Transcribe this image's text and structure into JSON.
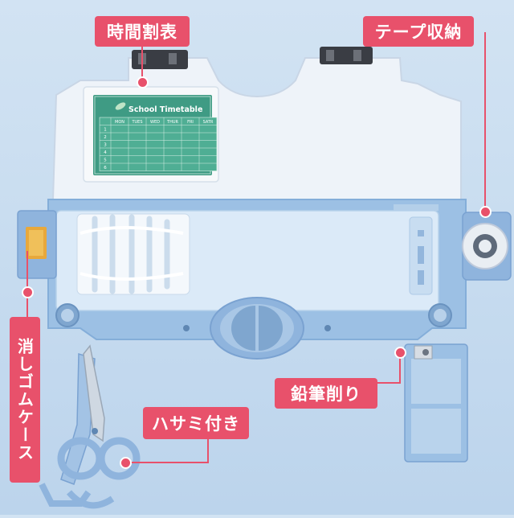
{
  "labels": {
    "timetable": "時間割表",
    "tape_storage": "テープ収納",
    "eraser_case": "消しゴムケース",
    "sharpener": "鉛筆削り",
    "scissors": "ハサミ付き"
  },
  "timetable_card": {
    "title": "School Timetable",
    "days": [
      "MON",
      "TUES",
      "WED",
      "THUR",
      "FRI",
      "SATR"
    ],
    "periods": [
      "1",
      "2",
      "3",
      "4",
      "5",
      "6"
    ]
  },
  "colors": {
    "accent": "#e8516b",
    "case_body": "#9cc0e4",
    "case_tray": "#dbeaf8",
    "lid": "#eef3f9",
    "timetable_card": "#3f9b84"
  }
}
